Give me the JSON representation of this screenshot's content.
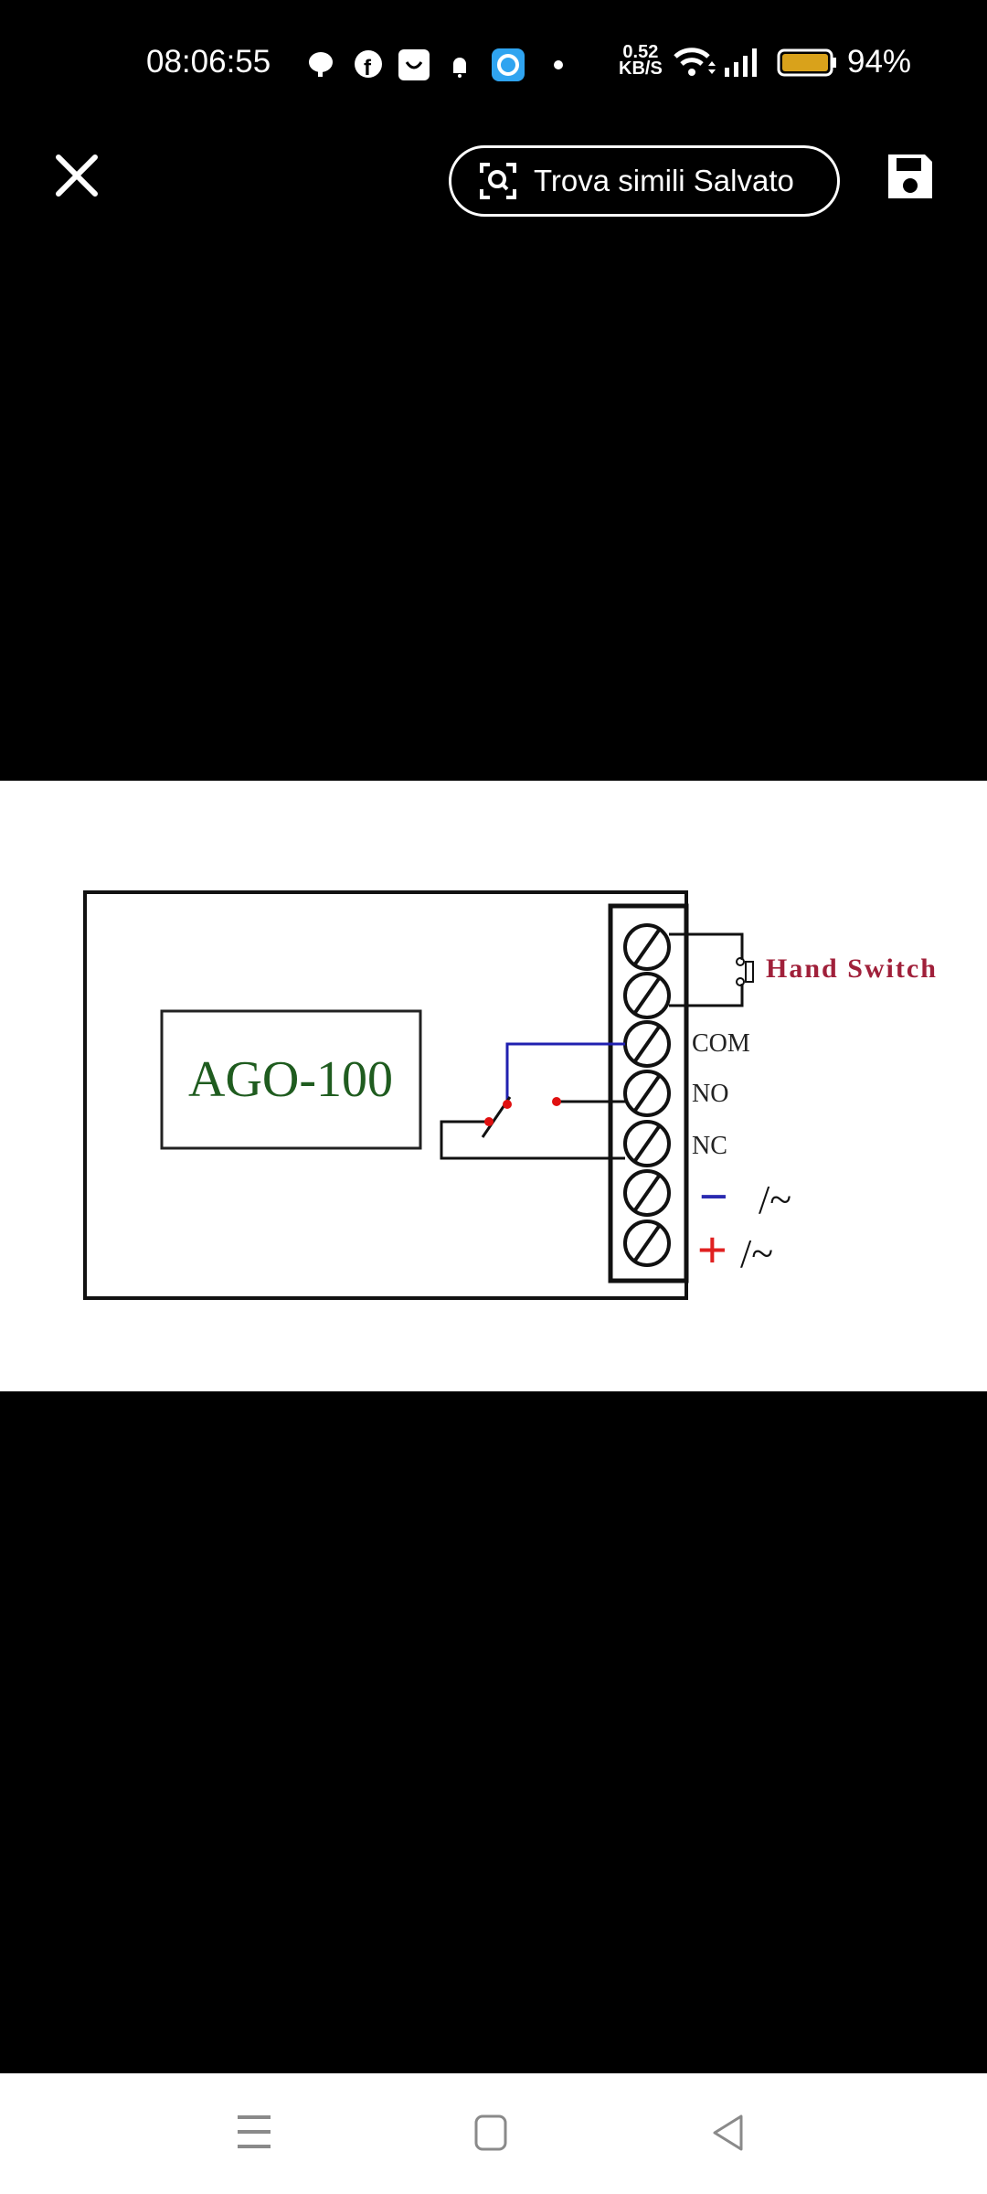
{
  "status_bar": {
    "time": "08:06:55",
    "net_speed_value": "0.52",
    "net_speed_unit": "KB/S",
    "battery_percent": "94%",
    "battery_color": "#d9a21b",
    "notification_icons": [
      "chat-bubble-icon",
      "facebook-icon",
      "shopping-bag-icon",
      "bell-icon",
      "app-blue-icon",
      "dot-icon"
    ]
  },
  "toolbar": {
    "close_icon": "close-icon",
    "find_similar_label": "Trova simili Salvato",
    "save_icon": "floppy-disk-icon"
  },
  "diagram": {
    "device_label": "AGO-100",
    "hand_switch_label": "Hand Switch",
    "terminal_labels": [
      "COM",
      "NO",
      "NC"
    ],
    "minus_label": "−",
    "plus_label": "+",
    "ac_dc_symbol": "/~",
    "colors": {
      "device_text": "#1f5c1f",
      "hand_switch": "#a0203a",
      "wire_blue": "#2020b0",
      "dot_red": "#e01010",
      "plus_red": "#e02020",
      "minus_blue": "#2a2ab0"
    }
  },
  "nav_bar": {
    "buttons": [
      "menu-icon",
      "home-icon",
      "back-icon"
    ]
  }
}
